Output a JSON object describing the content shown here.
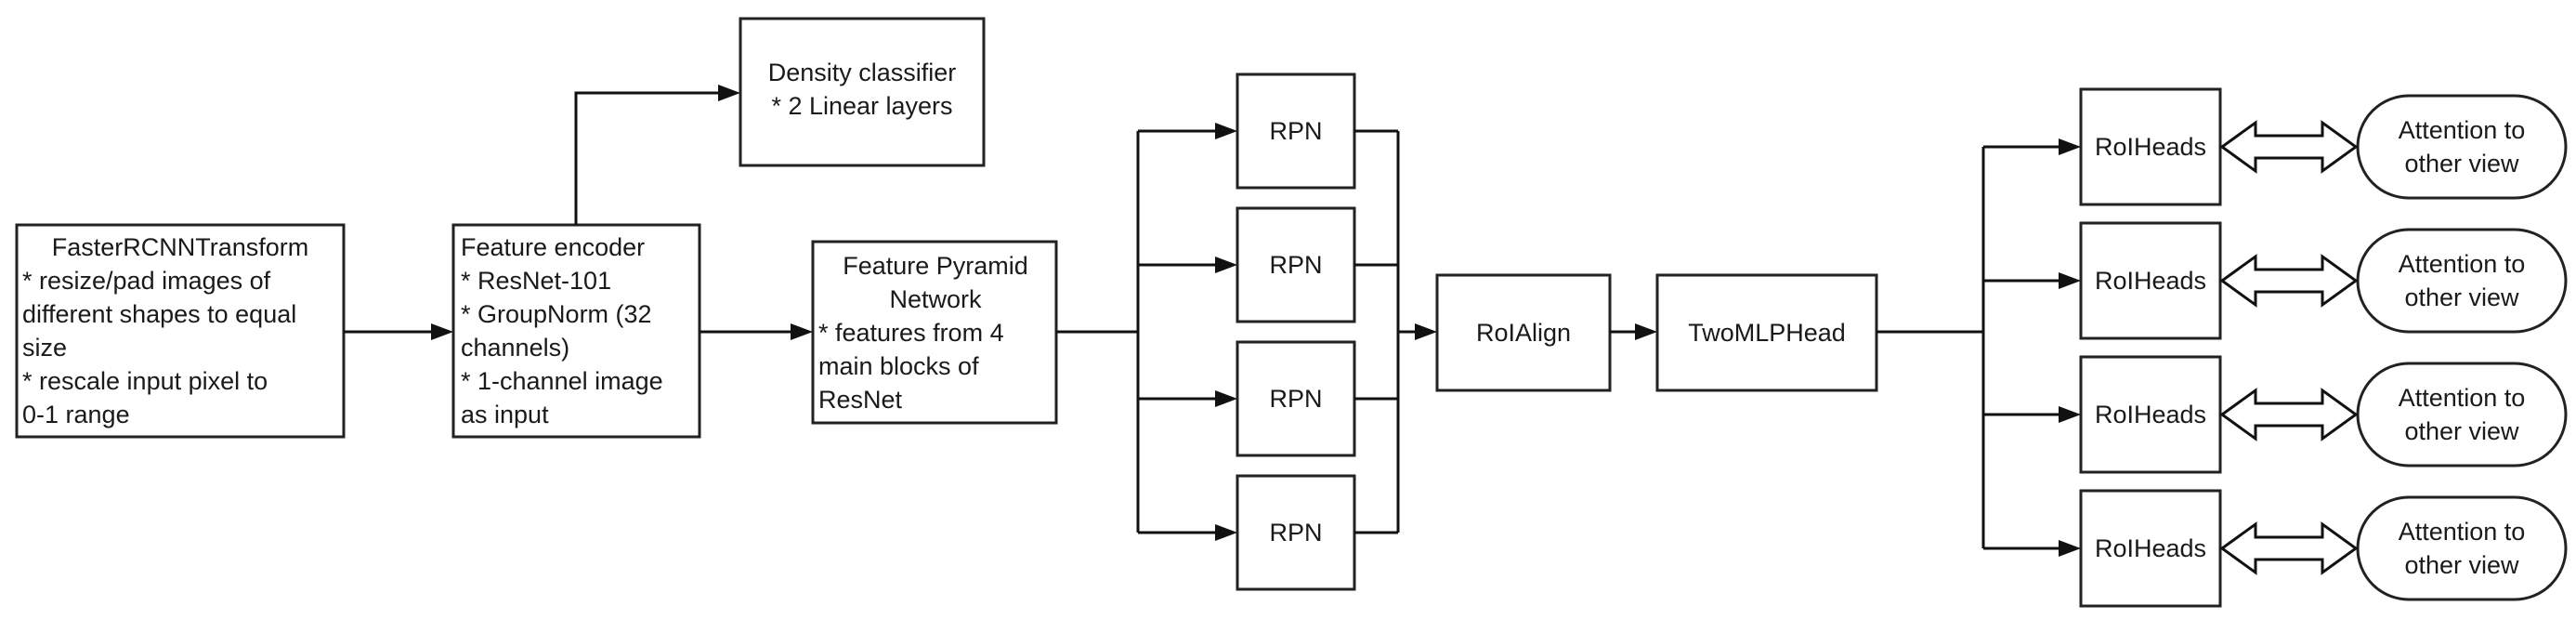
{
  "nodes": {
    "transform": {
      "title": "FasterRCNNTransform",
      "lines": [
        "* resize/pad images of",
        "different shapes to equal",
        "size",
        "* rescale input pixel to",
        "0-1 range"
      ]
    },
    "encoder": {
      "title": "Feature encoder",
      "lines": [
        "* ResNet-101",
        "* GroupNorm (32",
        "channels)",
        "* 1-channel image",
        "as input"
      ]
    },
    "density": {
      "title": "Density classifier",
      "lines": [
        "* 2 Linear layers"
      ]
    },
    "fpn": {
      "title_lines": [
        "Feature Pyramid",
        "Network"
      ],
      "lines": [
        "* features from 4",
        "main blocks of",
        "ResNet"
      ]
    },
    "rpn": [
      "RPN",
      "RPN",
      "RPN",
      "RPN"
    ],
    "roialign": "RoIAlign",
    "twomlp": "TwoMLPHead",
    "roiheads": [
      "RoIHeads",
      "RoIHeads",
      "RoIHeads",
      "RoIHeads"
    ],
    "attention": [
      [
        "Attention to",
        "other view"
      ],
      [
        "Attention to",
        "other view"
      ],
      [
        "Attention to",
        "other view"
      ],
      [
        "Attention to",
        "other view"
      ]
    ]
  }
}
